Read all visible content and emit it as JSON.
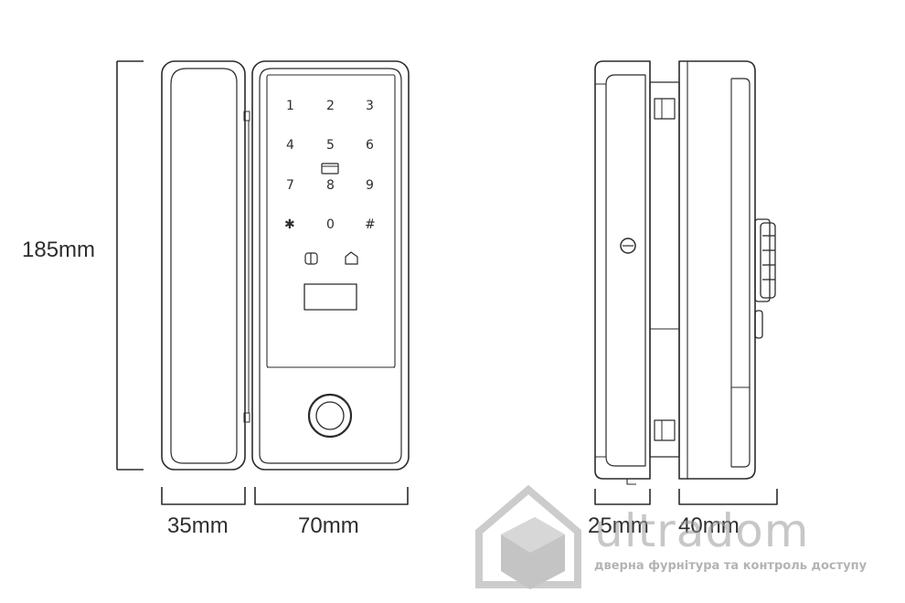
{
  "dimensions": {
    "height": "185mm",
    "left_body_width": "35mm",
    "front_panel_width": "70mm",
    "side_left_width": "25mm",
    "side_right_width": "40mm"
  },
  "keypad": {
    "keys": [
      "1",
      "2",
      "3",
      "4",
      "5",
      "6",
      "7",
      "8",
      "9",
      "✱",
      "0",
      "#"
    ]
  },
  "watermark": {
    "brand": "ultradom",
    "tagline": "дверна фурнітура та контроль доступу"
  },
  "colors": {
    "line": "#2b2b2b",
    "watermark": "#9a9a9a"
  }
}
